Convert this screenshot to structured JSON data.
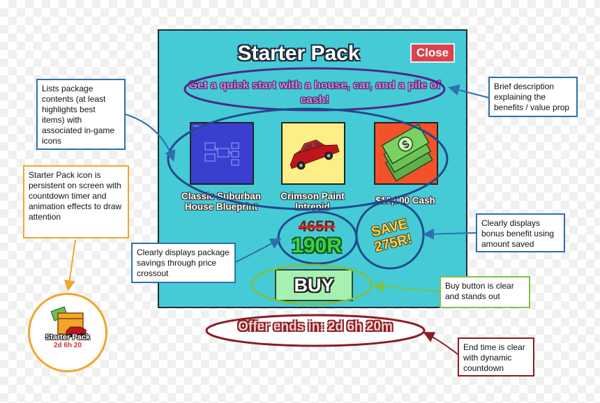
{
  "colors": {
    "panel": "#45cbd6",
    "accent_purple": "#4b2a8c",
    "annotation_blue": "#2f6fae",
    "annotation_orange": "#f2a52a",
    "annotation_green": "#7dc04a",
    "annotation_red": "#8a1c24",
    "buy_button": "#a6f0b2",
    "close_button": "#d9434f"
  },
  "panel": {
    "title": "Starter Pack",
    "close_label": "Close",
    "description": "Get a quick start with a house, car, and a pile of cash!",
    "items": [
      {
        "label": "Classic Suburban House Blueprint",
        "icon": "blueprint-icon",
        "thumb_text": "Floor 1"
      },
      {
        "label": "Crimson Paint Intrepid",
        "icon": "red-car-icon"
      },
      {
        "label": "$10,000 Cash",
        "icon": "cash-stack-icon"
      }
    ],
    "old_price": "465R",
    "new_price": "190R",
    "save_line1": "SAVE",
    "save_line2": "275R!",
    "buy_label": "BUY"
  },
  "offer_text": "Offer ends in: 2d 6h 20m",
  "starter_icon": {
    "label": "Starter Pack",
    "timer": "2d 6h 20"
  },
  "annotations": {
    "contents": "Lists package contents (at least highlights best items) with associated in-game icons",
    "persistent_icon": "Starter Pack icon is persistent on screen with countdown timer and animation effects to draw attention",
    "savings": "Clearly displays package savings through price crossout",
    "description": "Brief description explaining the benefits / value prop",
    "bonus": "Clearly displays bonus benefit using amount saved",
    "buy": "Buy button is clear and stands out",
    "end_time": "End time is clear with dynamic countdown"
  }
}
